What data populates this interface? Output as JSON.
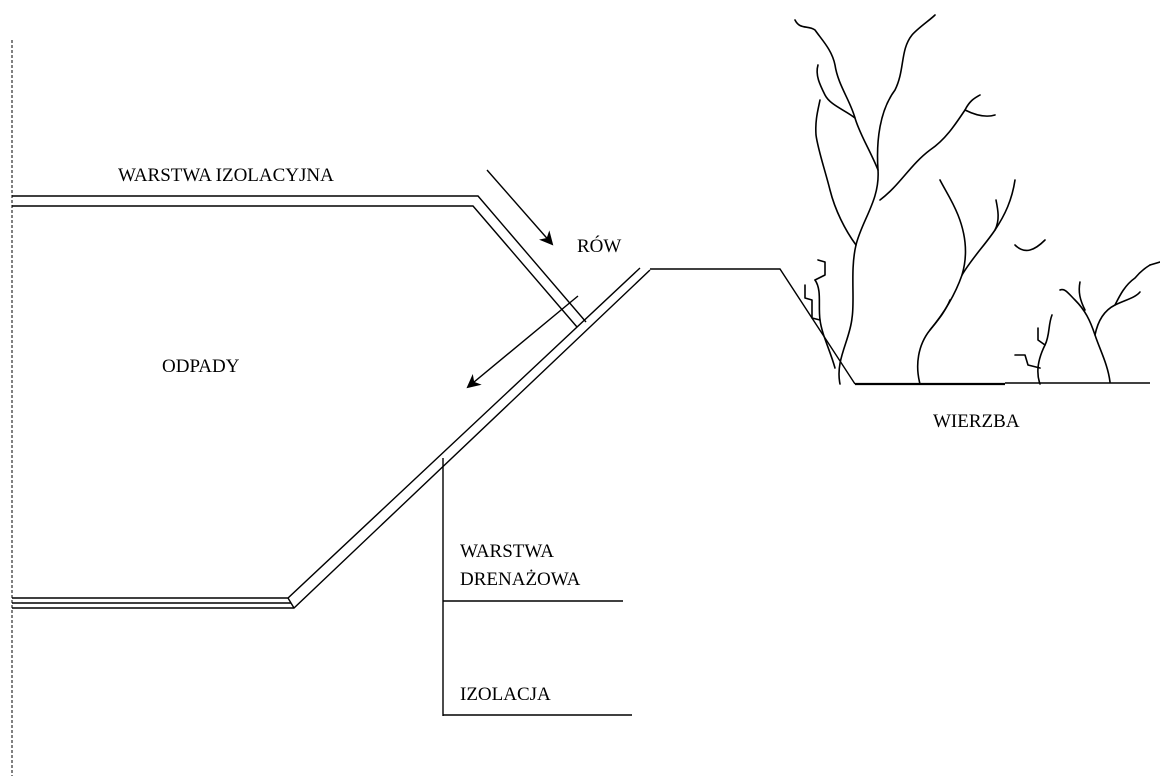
{
  "labels": {
    "insulation_layer": "WARSTWA IZOLACYJNA",
    "ditch": "RÓW",
    "waste": "ODPADY",
    "willow": "WIERZBA",
    "drainage_layer_line1": "WARSTWA",
    "drainage_layer_line2": "DRENAŻOWA",
    "insulation": "IZOLACJA"
  }
}
